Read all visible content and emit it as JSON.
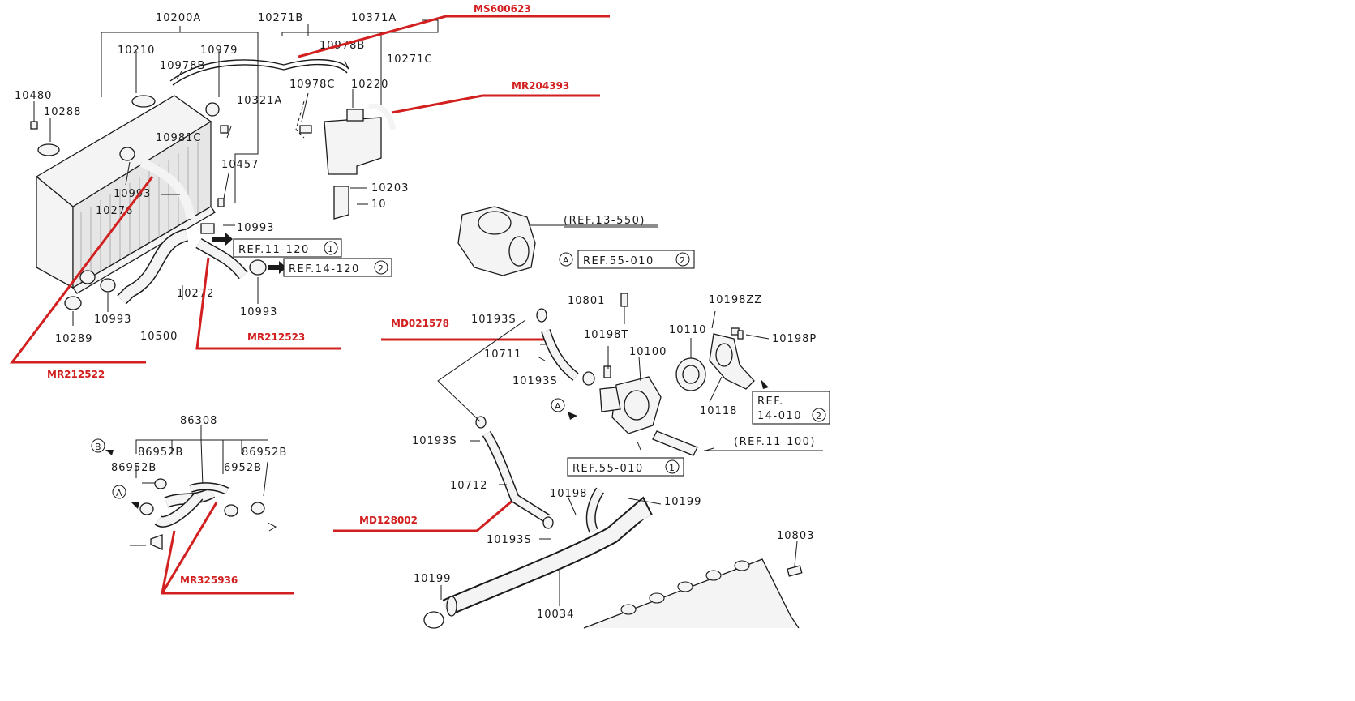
{
  "part_numbers": {
    "p10200A": "10200A",
    "p10271B": "10271B",
    "p10371A": "10371A",
    "p10210": "10210",
    "p10979": "10979",
    "p10978B": "10978B",
    "p10978B_2": "10978B",
    "p10271C": "10271C",
    "p10480": "10480",
    "p10288": "10288",
    "p10321A": "10321A",
    "p10978C": "10978C",
    "p10220": "10220",
    "p10981C": "10981C",
    "p10457": "10457",
    "p10993_a": "10993",
    "p10276": "10276",
    "p10203": "10203",
    "p10_cut": "10",
    "p10993_b": "10993",
    "p10272": "10272",
    "p10993_c": "10993",
    "p10993_d": "10993",
    "p10289": "10289",
    "p10500": "10500",
    "p86308": "86308",
    "p86952B_a": "86952B",
    "p86952B_b": "86952B",
    "p86952B_c": "86952B",
    "p86952B_d": "6952B",
    "p10801": "10801",
    "p10198ZZ": "10198ZZ",
    "p10193S_a": "10193S",
    "p10198T": "10198T",
    "p10110": "10110",
    "p10198P": "10198P",
    "p10711": "10711",
    "p10100": "10100",
    "p10193S_b": "10193S",
    "p10118": "10118",
    "p10193S_c": "10193S",
    "p10712": "10712",
    "p10198": "10198",
    "p10199_a": "10199",
    "p10193S_d": "10193S",
    "p10803": "10803",
    "p10199_b": "10199",
    "p10034": "10034"
  },
  "refs": {
    "ref_13_550": "(REF.13-550)",
    "ref_55_010_2": "REF.55-010",
    "ref_55_010_2_num": "2",
    "ref_11_120": "REF.11-120",
    "ref_11_120_num": "1",
    "ref_14_120": "REF.14-120",
    "ref_14_120_num": "2",
    "ref_14_010_a": "REF.",
    "ref_14_010_b": "14-010",
    "ref_14_010_num": "2",
    "ref_11_100": "(REF.11-100)",
    "ref_55_010_1": "REF.55-010",
    "ref_55_010_1_num": "1"
  },
  "markers": {
    "A1": "A",
    "A2": "A",
    "A3": "A",
    "B1": "B"
  },
  "callouts": {
    "MS600623": "MS600623",
    "MR204393": "MR204393",
    "MD021578": "MD021578",
    "MR212523": "MR212523",
    "MR212522": "MR212522",
    "MD128002": "MD128002",
    "MR325936": "MR325936"
  },
  "colors": {
    "callout_red": "#d21f1f",
    "ink": "#1a1a1a",
    "background": "#ffffff"
  }
}
